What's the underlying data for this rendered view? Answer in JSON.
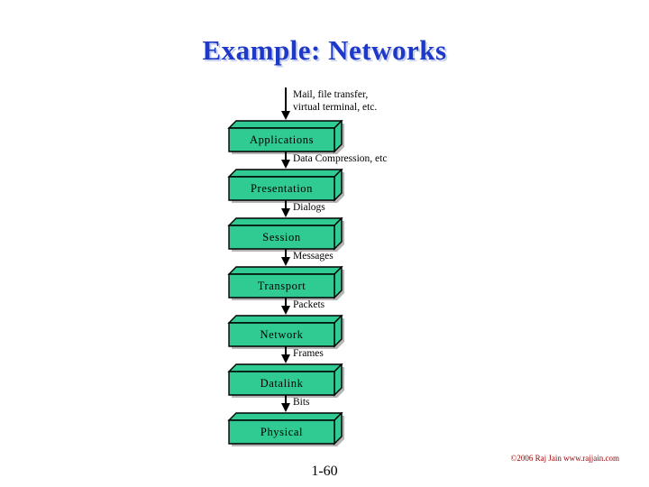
{
  "slide": {
    "title": "Example: Networks",
    "page_number": "1-60",
    "copyright": "©2006 Raj Jain www.rajjain.com"
  },
  "colors": {
    "title_blue": "#1E38C8",
    "title_shadow": "#C6D0EE",
    "box_green": "#2FCB93",
    "box_border": "#000000",
    "copyright_red": "#990000",
    "arrow_black": "#000000"
  },
  "diagram": {
    "layers": [
      {
        "label": "Applications",
        "arrow_label_lines": [
          "Mail, file transfer,",
          "virtual terminal, etc."
        ]
      },
      {
        "label": "Presentation",
        "arrow_label_lines": [
          "Data Compression, etc"
        ]
      },
      {
        "label": "Session",
        "arrow_label_lines": [
          "Dialogs"
        ]
      },
      {
        "label": "Transport",
        "arrow_label_lines": [
          "Messages"
        ]
      },
      {
        "label": "Network",
        "arrow_label_lines": [
          "Packets"
        ]
      },
      {
        "label": "Datalink",
        "arrow_label_lines": [
          "Frames"
        ]
      },
      {
        "label": "Physical",
        "arrow_label_lines": [
          "Bits"
        ]
      }
    ]
  }
}
